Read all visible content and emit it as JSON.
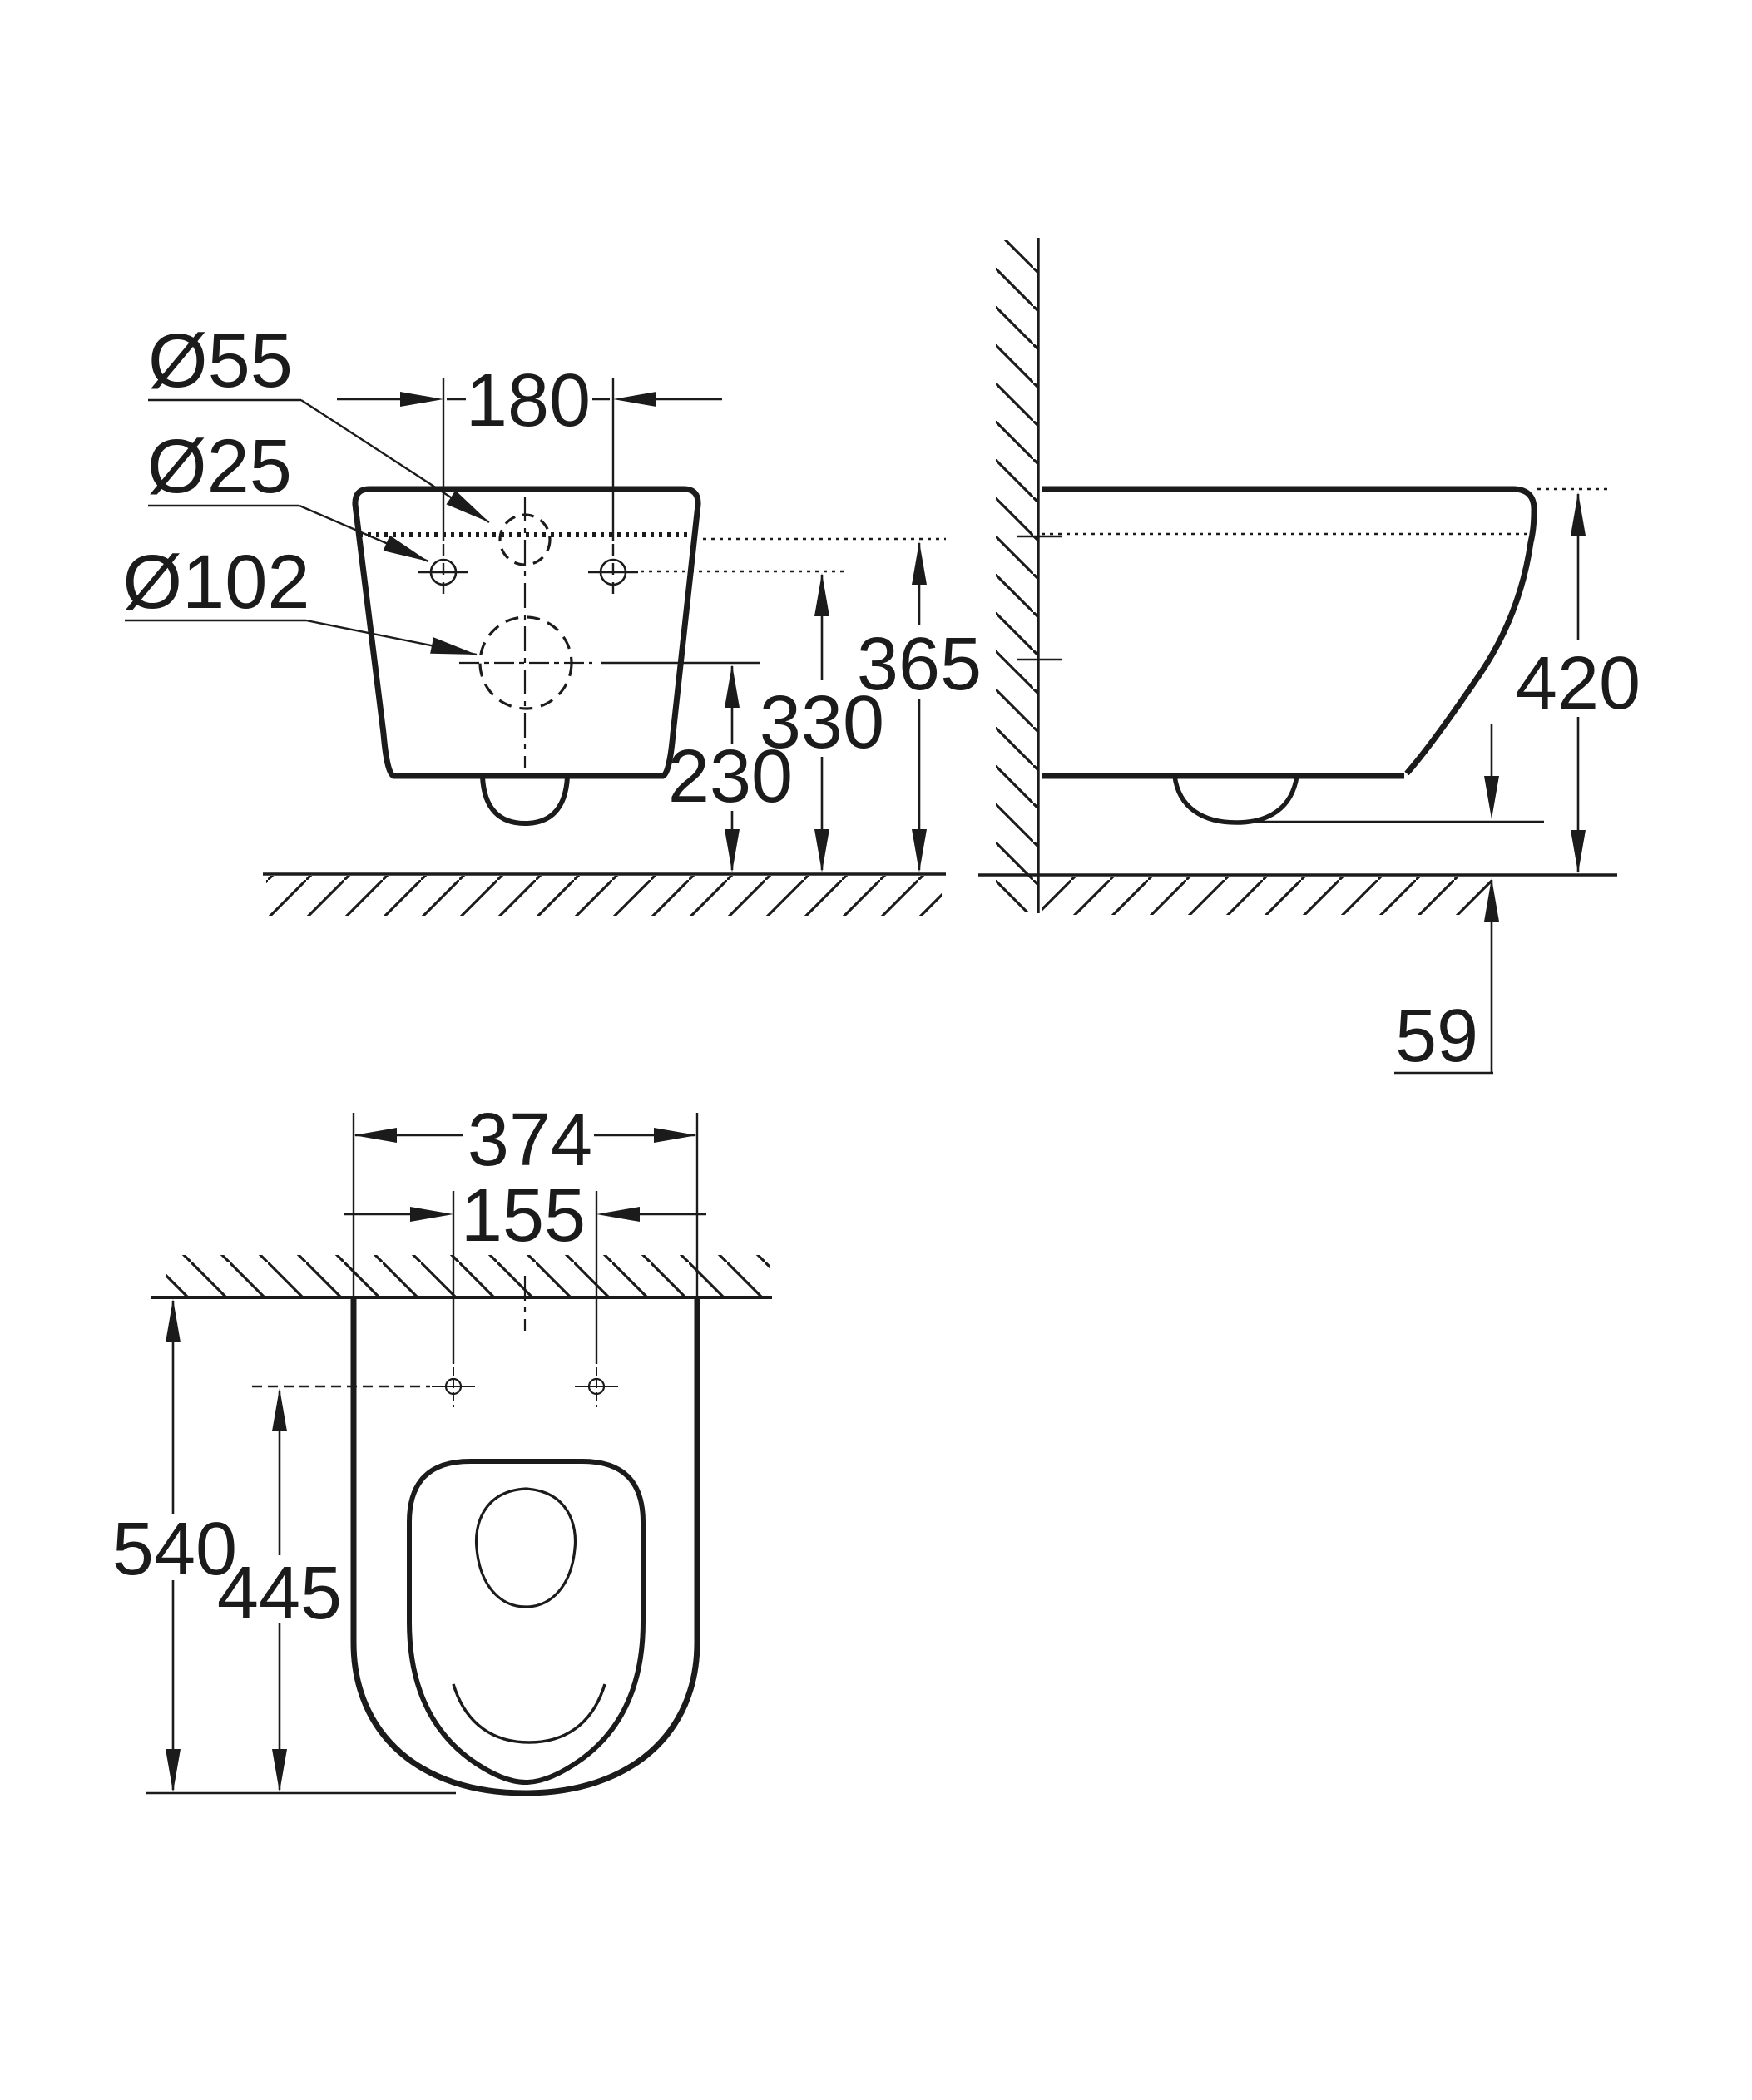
{
  "colors": {
    "ink": "#1b1b1b",
    "background": "#ffffff"
  },
  "views": {
    "front": {
      "dia_flush_hole": "Ø55",
      "dia_mount_hole": "Ø25",
      "dia_outlet": "Ø102",
      "mount_spacing": "180",
      "height_rim_ref": "365",
      "height_mount_holes": "330",
      "height_outlet": "230"
    },
    "side": {
      "height_top": "420",
      "outlet_to_floor": "59"
    },
    "plan": {
      "overall_width": "374",
      "mount_spacing": "155",
      "overall_depth": "540",
      "mount_hole_depth": "445"
    }
  }
}
